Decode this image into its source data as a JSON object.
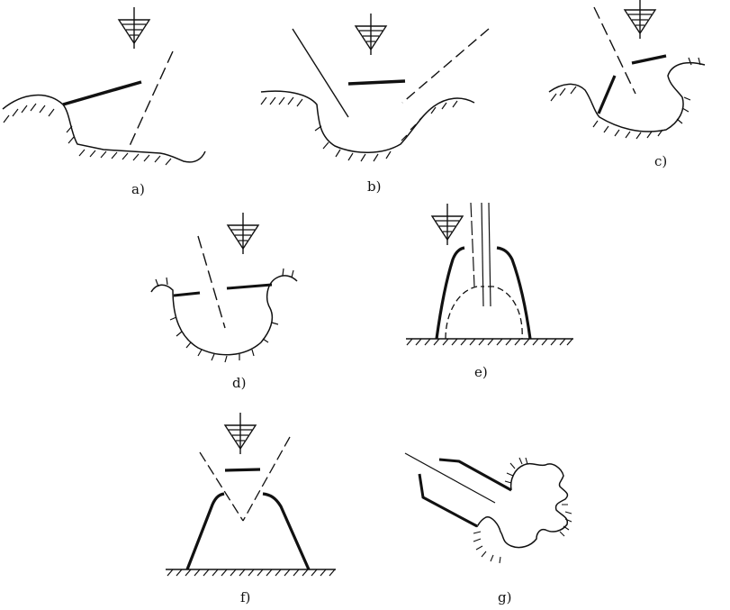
{
  "figure": {
    "panels": [
      {
        "id": "a",
        "label": "a)"
      },
      {
        "id": "b",
        "label": "b)"
      },
      {
        "id": "c",
        "label": "c)"
      },
      {
        "id": "d",
        "label": "d)"
      },
      {
        "id": "e",
        "label": "e)"
      },
      {
        "id": "f",
        "label": "f)"
      },
      {
        "id": "g",
        "label": "g)"
      }
    ],
    "symbols": {
      "water_level": "water-level-triangle-icon"
    }
  }
}
